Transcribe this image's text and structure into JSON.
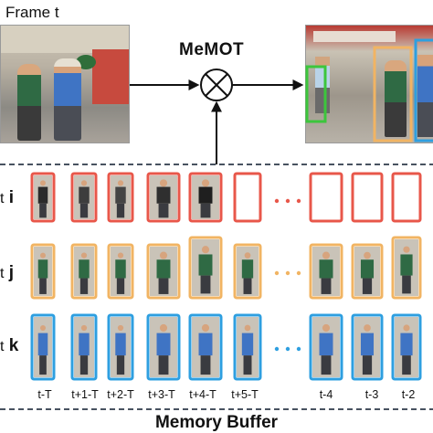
{
  "top": {
    "frame_label": "Frame t",
    "method_title": "MeMOT"
  },
  "rows": [
    {
      "prefix": "ct",
      "letter": "i",
      "color": "#e8574a"
    },
    {
      "prefix": "ct",
      "letter": "j",
      "color": "#f1b463"
    },
    {
      "prefix": "ct",
      "letter": "k",
      "color": "#2e9fe0"
    }
  ],
  "bottom_colors": {
    "green_box": "#3cc63c",
    "orange_box": "#f1b463",
    "blue_box": "#2e9fe0"
  },
  "time_labels": [
    "t-T",
    "t+1-T",
    "t+2-T",
    "t+3-T",
    "t+4-T",
    "t+5-T",
    "t-4",
    "t-3",
    "t-2"
  ],
  "footer": "Memory Buffer"
}
